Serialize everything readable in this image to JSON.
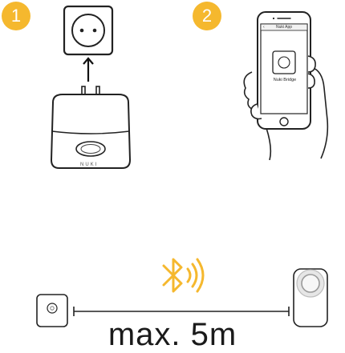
{
  "steps": [
    {
      "number": "1"
    },
    {
      "number": "2"
    }
  ],
  "bridge": {
    "brand": "NUKI"
  },
  "app": {
    "header_title": "Nuki App",
    "back_glyph": "‹",
    "device_label": "Nuki Bridge"
  },
  "connection": {
    "icon": "bluetooth-icon",
    "distance_label": "max. 5m"
  },
  "colors": {
    "accent": "#f5b82e",
    "line": "#222222"
  }
}
